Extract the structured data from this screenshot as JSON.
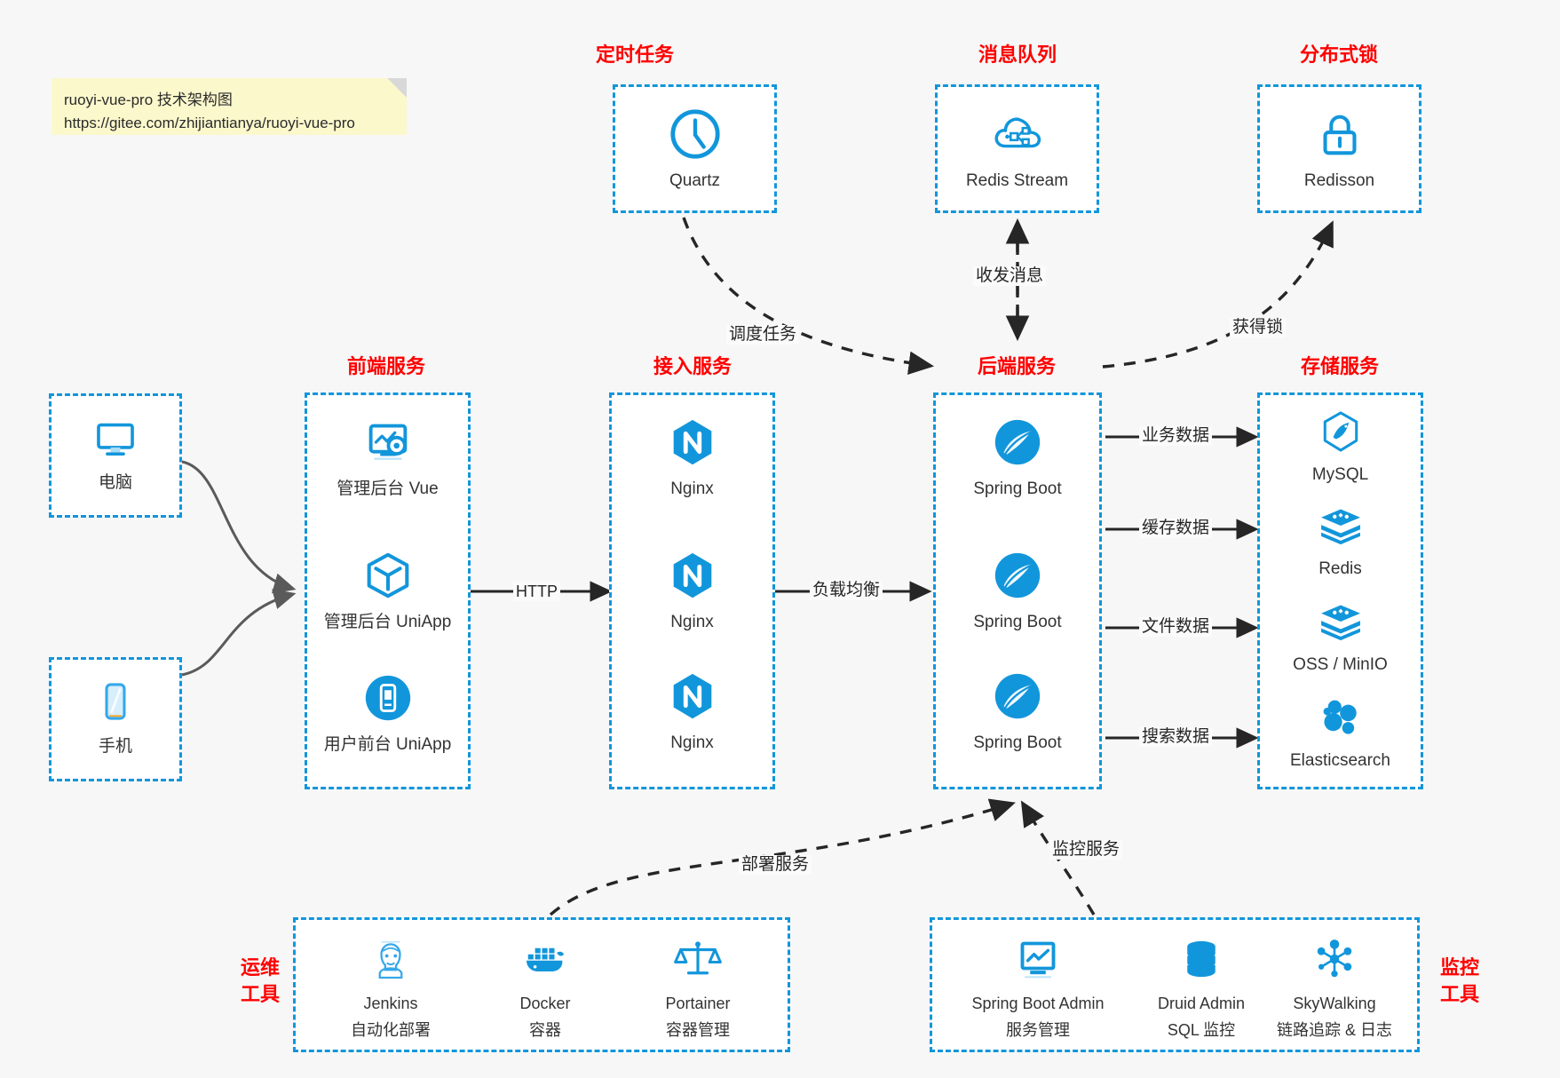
{
  "note": {
    "line1": "ruoyi-vue-pro 技术架构图",
    "line2": "https://gitee.com/zhijiantianya/ruoyi-vue-pro"
  },
  "colors": {
    "accent_blue": "#1296db",
    "title_red": "#ff0000",
    "note_yellow": "#fbf8cc",
    "edge_dark": "#262626",
    "page_bg": "#f7f7f7"
  },
  "groups": {
    "scheduled_task": {
      "title": "定时任务",
      "items": [
        {
          "label": "Quartz",
          "icon": "clock-icon"
        }
      ]
    },
    "message_queue": {
      "title": "消息队列",
      "items": [
        {
          "label": "Redis Stream",
          "icon": "cloud-stream-icon"
        }
      ]
    },
    "distributed_lock": {
      "title": "分布式锁",
      "items": [
        {
          "label": "Redisson",
          "icon": "lock-icon"
        }
      ]
    },
    "clients": {
      "items": [
        {
          "label": "电脑",
          "icon": "desktop-icon"
        },
        {
          "label": "手机",
          "icon": "phone-icon"
        }
      ]
    },
    "frontend": {
      "title": "前端服务",
      "items": [
        {
          "label": "管理后台 Vue",
          "icon": "dashboard-gear-icon"
        },
        {
          "label": "管理后台 UniApp",
          "icon": "cube-icon"
        },
        {
          "label": "用户前台 UniApp",
          "icon": "mobile-app-icon"
        }
      ]
    },
    "gateway": {
      "title": "接入服务",
      "items": [
        {
          "label": "Nginx",
          "icon": "nginx-icon"
        },
        {
          "label": "Nginx",
          "icon": "nginx-icon"
        },
        {
          "label": "Nginx",
          "icon": "nginx-icon"
        }
      ]
    },
    "backend": {
      "title": "后端服务",
      "items": [
        {
          "label": "Spring Boot",
          "icon": "spring-boot-icon"
        },
        {
          "label": "Spring Boot",
          "icon": "spring-boot-icon"
        },
        {
          "label": "Spring Boot",
          "icon": "spring-boot-icon"
        }
      ]
    },
    "storage": {
      "title": "存储服务",
      "items": [
        {
          "label": "MySQL",
          "icon": "mysql-icon"
        },
        {
          "label": "Redis",
          "icon": "redis-icon"
        },
        {
          "label": "OSS / MinIO",
          "icon": "oss-icon"
        },
        {
          "label": "Elasticsearch",
          "icon": "elasticsearch-icon"
        }
      ]
    },
    "devops": {
      "title_line1": "运维",
      "title_line2": "工具",
      "items": [
        {
          "label": "Jenkins",
          "sub": "自动化部署",
          "icon": "jenkins-icon"
        },
        {
          "label": "Docker",
          "sub": "容器",
          "icon": "docker-icon"
        },
        {
          "label": "Portainer",
          "sub": "容器管理",
          "icon": "scales-icon"
        }
      ]
    },
    "monitoring": {
      "title_line1": "监控",
      "title_line2": "工具",
      "items": [
        {
          "label": "Spring Boot Admin",
          "sub": "服务管理",
          "icon": "monitor-chart-icon"
        },
        {
          "label": "Druid Admin",
          "sub": "SQL 监控",
          "icon": "database-icon"
        },
        {
          "label": "SkyWalking",
          "sub": "链路追踪 & 日志",
          "icon": "network-nodes-icon"
        }
      ]
    }
  },
  "edges": [
    {
      "id": "http",
      "label": "HTTP"
    },
    {
      "id": "load-balance",
      "label": "负载均衡"
    },
    {
      "id": "schedule-task",
      "label": "调度任务"
    },
    {
      "id": "send-receive-message",
      "label": "收发消息"
    },
    {
      "id": "acquire-lock",
      "label": "获得锁"
    },
    {
      "id": "business-data",
      "label": "业务数据"
    },
    {
      "id": "cache-data",
      "label": "缓存数据"
    },
    {
      "id": "file-data",
      "label": "文件数据"
    },
    {
      "id": "search-data",
      "label": "搜索数据"
    },
    {
      "id": "deploy-service",
      "label": "部署服务"
    },
    {
      "id": "monitor-service",
      "label": "监控服务"
    }
  ]
}
